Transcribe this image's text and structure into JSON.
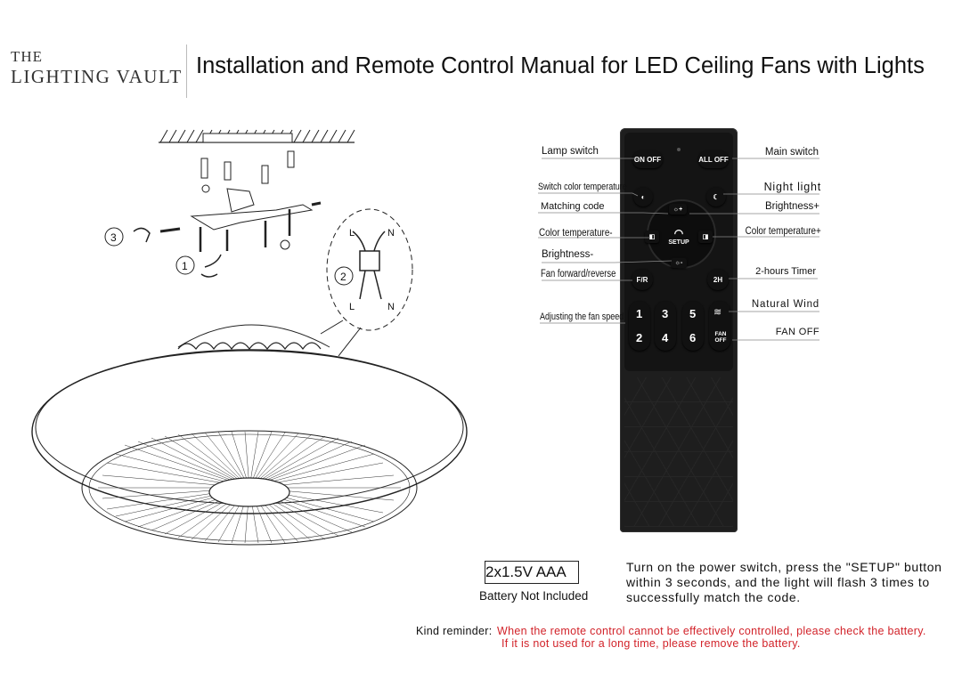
{
  "brand": {
    "line1": "THE",
    "line2": "LIGHTING VAULT"
  },
  "title": "Installation and Remote Control Manual for LED Ceiling Fans with Lights",
  "diagram": {
    "steps": [
      "1",
      "2",
      "3"
    ],
    "wire_labels": [
      "L",
      "N",
      "L",
      "N"
    ]
  },
  "remote": {
    "buttons": {
      "on_off": "ON OFF",
      "all_off": "ALL OFF",
      "setup": "SETUP",
      "fr": "F/R",
      "two_h": "2H",
      "s1": "1",
      "s2": "2",
      "s3": "3",
      "s4": "4",
      "s5": "5",
      "s6": "6",
      "fan_off": "FAN OFF"
    },
    "left_labels": {
      "lamp_switch": "Lamp switch",
      "switch_color_temperature": "Switch color temperature",
      "matching_code": "Matching code",
      "color_temperature_minus": "Color temperature-",
      "brightness_minus": "Brightness-",
      "fan_forward_reverse": "Fan forward/reverse",
      "adjusting_fan_speed": "Adjusting the fan speed"
    },
    "right_labels": {
      "main_switch": "Main switch",
      "night_light": "Night light",
      "brightness_plus": "Brightness+",
      "color_temperature_plus": "Color temperature+",
      "two_hours_timer": "2-hours Timer",
      "natural_wind": "Natural Wind",
      "fan_off": "FAN OFF"
    }
  },
  "battery": {
    "spec": "2x1.5V AAA",
    "note": "Battery Not Included"
  },
  "instruction": "Turn on the power switch, press the \"SETUP\" button within 3 seconds, and the light will flash 3 times to successfully match the code.",
  "reminder": {
    "prefix": "Kind reminder:",
    "line1": "When the remote control cannot be effectively controlled, please check the battery.",
    "line2": "If it is not used for a long time, please remove the battery."
  },
  "colors": {
    "accent_red": "#d2232a",
    "remote_body": "#1e1e1e"
  }
}
